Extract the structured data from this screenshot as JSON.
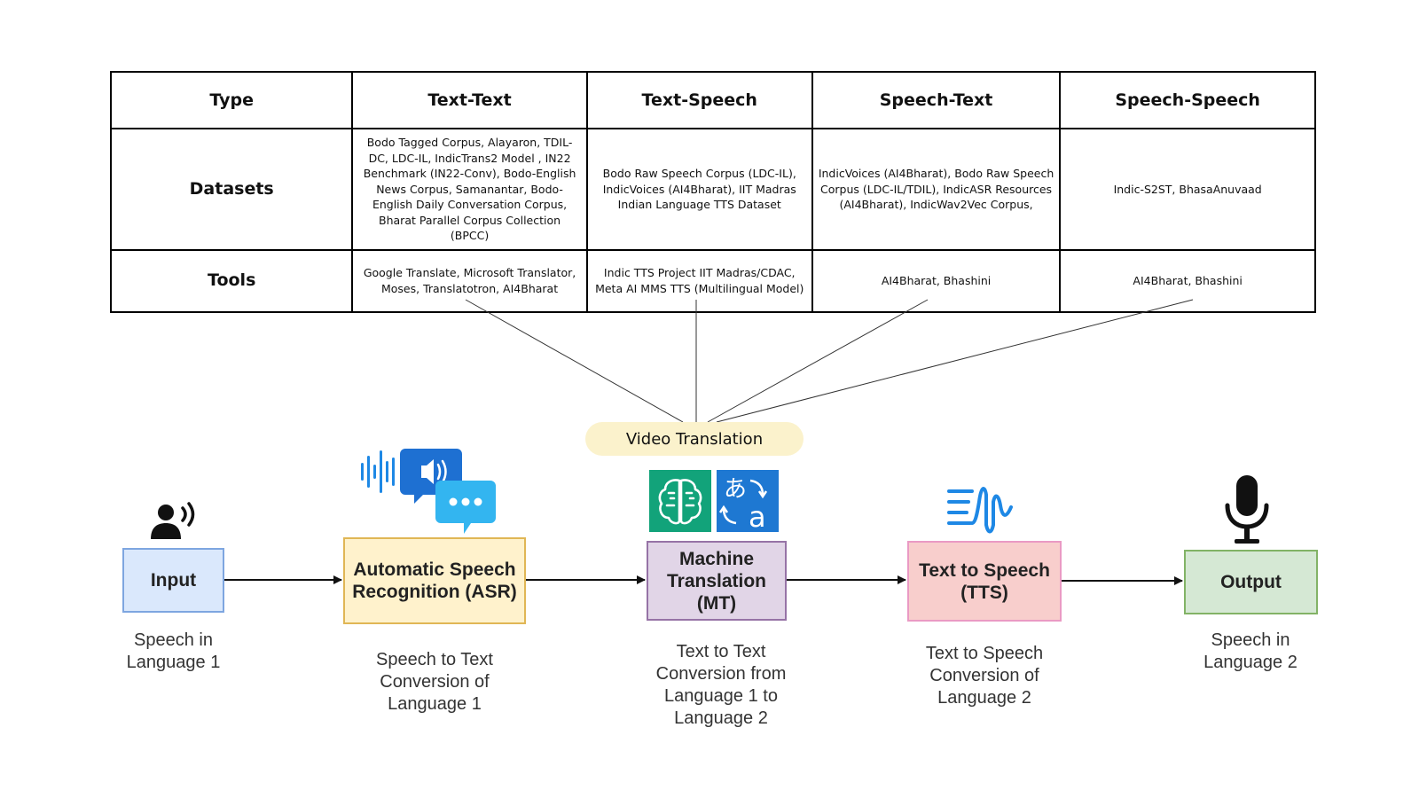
{
  "table": {
    "headers": [
      "Type",
      "Text-Text",
      "Text-Speech",
      "Speech-Text",
      "Speech-Speech"
    ],
    "rows": [
      {
        "label": "Datasets",
        "cells": [
          "Bodo Tagged Corpus, Alayaron, TDIL-DC, LDC-IL, IndicTrans2 Model , IN22 Benchmark (IN22-Conv), Bodo-English News Corpus, Samanantar, Bodo-English Daily Conversation Corpus, Bharat Parallel Corpus Collection (BPCC)",
          "Bodo Raw Speech Corpus (LDC-IL), IndicVoices (AI4Bharat), IIT Madras Indian Language TTS Dataset",
          "IndicVoices (AI4Bharat), Bodo Raw Speech Corpus (LDC-IL/TDIL), IndicASR Resources (AI4Bharat), IndicWav2Vec Corpus,",
          "Indic-S2ST, BhasaAnuvaad"
        ]
      },
      {
        "label": "Tools",
        "cells": [
          "Google Translate, Microsoft Translator, Moses, Translatotron, AI4Bharat",
          "Indic TTS Project IIT Madras/CDAC, Meta AI MMS TTS (Multilingual Model)",
          "AI4Bharat, Bhashini",
          "AI4Bharat, Bhashini"
        ]
      }
    ]
  },
  "center_label": "Video Translation",
  "pipeline": {
    "input": {
      "label": "Input",
      "caption": "Speech in Language 1",
      "icon": "speaking-person-icon"
    },
    "asr": {
      "label": "Automatic Speech Recognition (ASR)",
      "caption": "Speech to Text Conversion of Language 1",
      "icon": "speech-bubble-icon"
    },
    "mt": {
      "label": "Machine Translation (MT)",
      "caption": "Text to Text Conversion from Language 1 to Language 2",
      "icon": "translate-icon"
    },
    "tts": {
      "label": "Text to Speech (TTS)",
      "caption": "Text to Speech Conversion of Language 2",
      "icon": "sound-wave-icon"
    },
    "output": {
      "label": "Output",
      "caption": "Speech in Language 2",
      "icon": "microphone-icon"
    }
  },
  "colors": {
    "input": "#dae8fc",
    "asr": "#fff2cc",
    "mt": "#e1d5e7",
    "tts": "#f8cecc",
    "output": "#d5e8d4",
    "pill": "#fbf2cc",
    "icon_blue": "#1e88e5",
    "icon_teal": "#12a37a"
  }
}
